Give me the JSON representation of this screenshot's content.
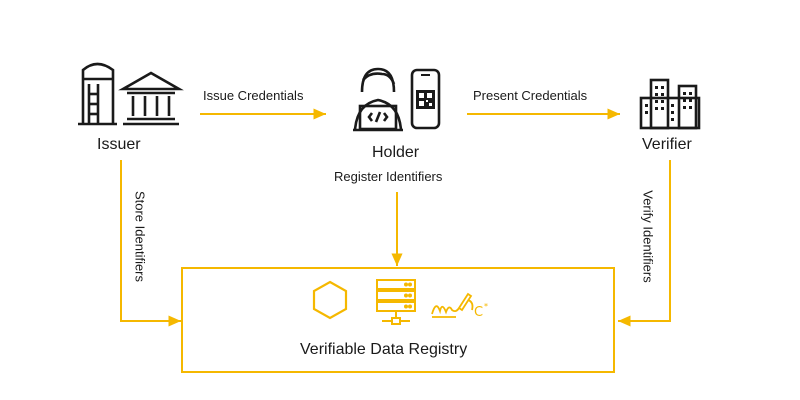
{
  "colors": {
    "accent": "#F5B800",
    "ink": "#1a1a1a"
  },
  "nodes": {
    "issuer": "Issuer",
    "holder": "Holder",
    "verifier": "Verifier",
    "registry": "Verifiable Data Registry"
  },
  "edges": {
    "issue": "Issue Credentials",
    "present": "Present Credentials",
    "register": "Register Identifiers",
    "store": "Store Identifiers",
    "verify": "Verify Identifiers"
  },
  "icons": {
    "issuer": [
      "silo-icon",
      "bank-building-icon"
    ],
    "holder": [
      "person-with-laptop-icon",
      "smartphone-qr-code-icon"
    ],
    "verifier": "office-buildings-icon",
    "registry": [
      "hexagon-icon",
      "server-icon",
      "signature-copyright-icon"
    ]
  }
}
